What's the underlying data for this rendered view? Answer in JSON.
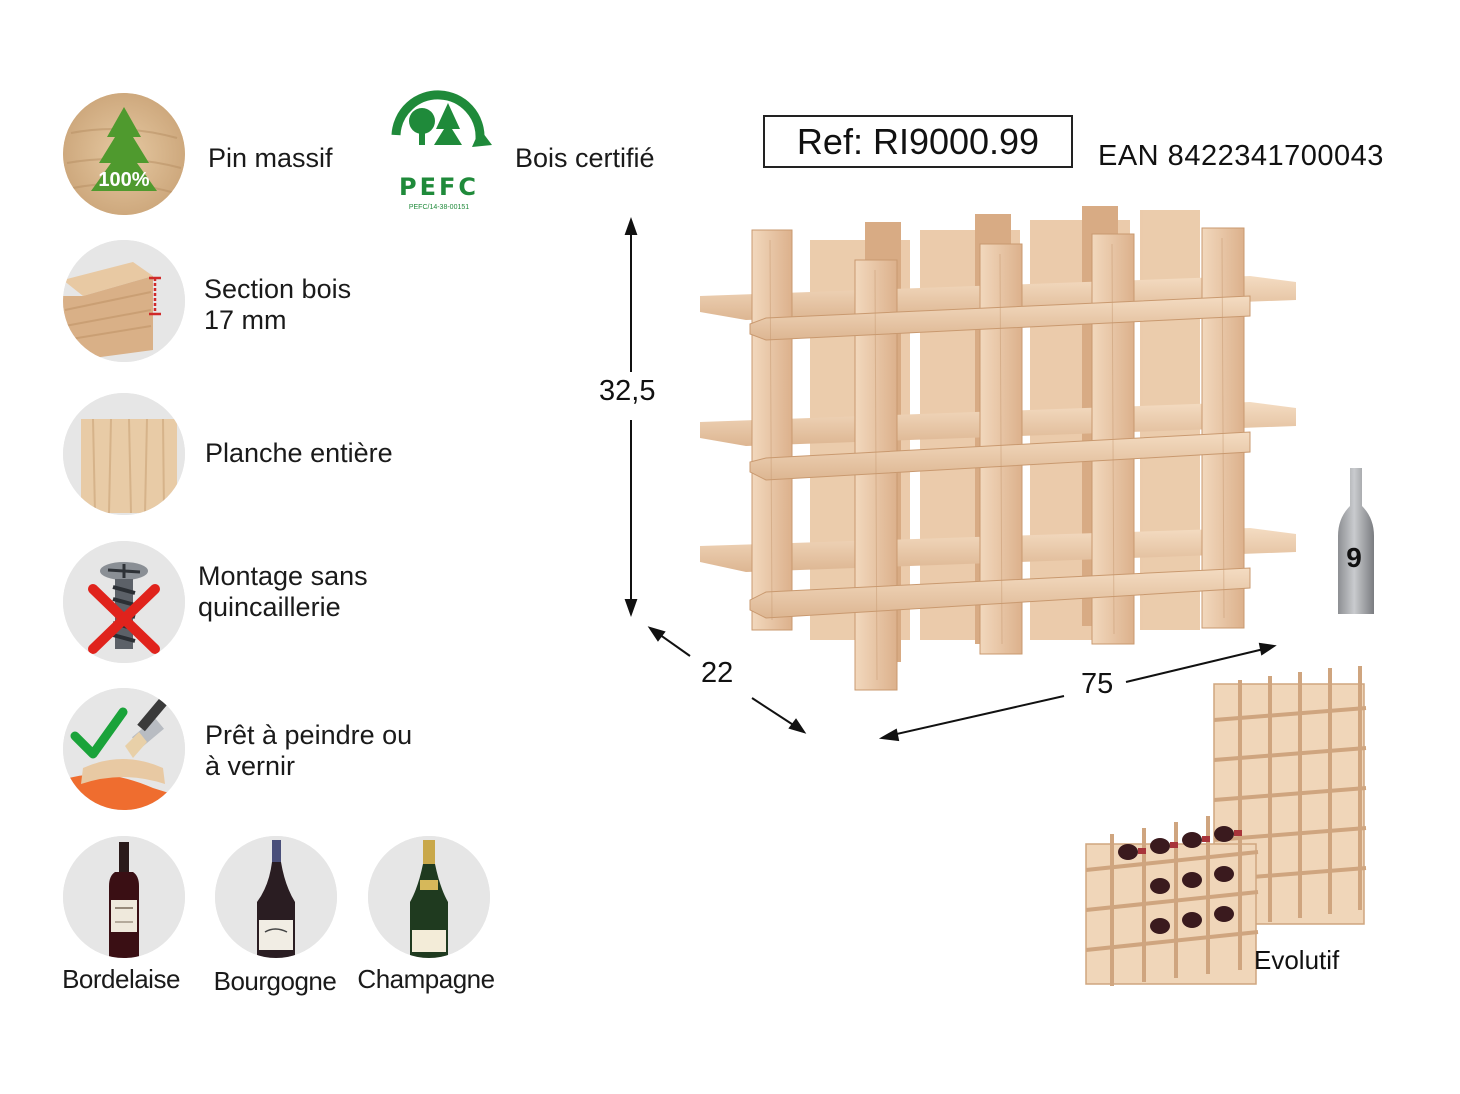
{
  "features": [
    {
      "label_lines": [
        "Pin massif"
      ],
      "icon": "pine-tree-icon",
      "badge": "100%"
    },
    {
      "label_lines": [
        "Section bois",
        "17 mm"
      ],
      "icon": "wood-section-icon"
    },
    {
      "label_lines": [
        "Planche entière"
      ],
      "icon": "wood-plank-icon"
    },
    {
      "label_lines": [
        "Montage sans",
        "quincaillerie"
      ],
      "icon": "no-screw-icon"
    },
    {
      "label_lines": [
        "Prêt à peindre ou",
        "à vernir"
      ],
      "icon": "paint-brush-icon"
    }
  ],
  "certification": {
    "logo_text": "PEFC",
    "logo_code": "PEFC/14-38-00151",
    "label": "Bois certifié"
  },
  "product": {
    "ref": "Ref: RI9000.99",
    "ean": "EAN 8422341700043"
  },
  "dimensions": {
    "height": "32,5",
    "depth": "22",
    "width": "75"
  },
  "capacity": {
    "bottles": "9",
    "icon": "bottle-icon"
  },
  "bottle_types": [
    "Bordelaise",
    "Bourgogne",
    "Champagne"
  ],
  "modular": {
    "label": "Evolutif"
  },
  "colors": {
    "wood_light": "#f0d3b6",
    "wood_mid": "#e2b995",
    "wood_dark": "#c99a74",
    "pefc_green": "#1f8a3a",
    "cross_red": "#e0231c",
    "check_green": "#1aa33a"
  }
}
